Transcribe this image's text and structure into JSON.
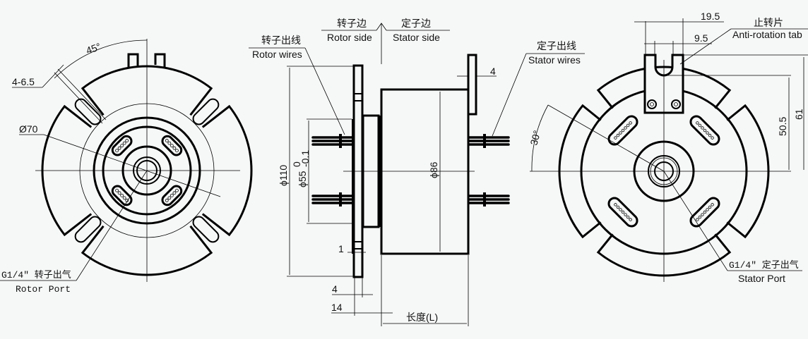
{
  "left_view": {
    "angle_label": "45°",
    "hole_label": "4-6.5",
    "diameter_label": "Ø70",
    "port_cn": "G1/4″ 转子出气",
    "port_en": "Rotor Port"
  },
  "side_view": {
    "rotor_side_cn": "转子边",
    "rotor_side_en": "Rotor side",
    "stator_side_cn": "定子边",
    "stator_side_en": "Stator side",
    "rotor_wires_cn": "转子出线",
    "rotor_wires_en": "Rotor wires",
    "stator_wires_cn": "定子出线",
    "stator_wires_en": "Stator wires",
    "dim_110": "ϕ110",
    "dim_55": "ϕ55",
    "dim_55_tol_upper": "0",
    "dim_55_tol_lower": "-0.1",
    "dim_86": "ϕ86",
    "dim_tab_thickness": "4",
    "dim_1": "1",
    "dim_4": "4",
    "dim_14": "14",
    "length_label": "长度(L)"
  },
  "right_view": {
    "dim_19_5": "19.5",
    "dim_9_5": "9.5",
    "tab_cn": "止转片",
    "tab_en": "Anti-rotation tab",
    "dim_50_5": "50.5",
    "dim_61": "61",
    "angle_label": "30°",
    "port_cn": "G1/4″ 定子出气",
    "port_en": "Stator Port"
  }
}
